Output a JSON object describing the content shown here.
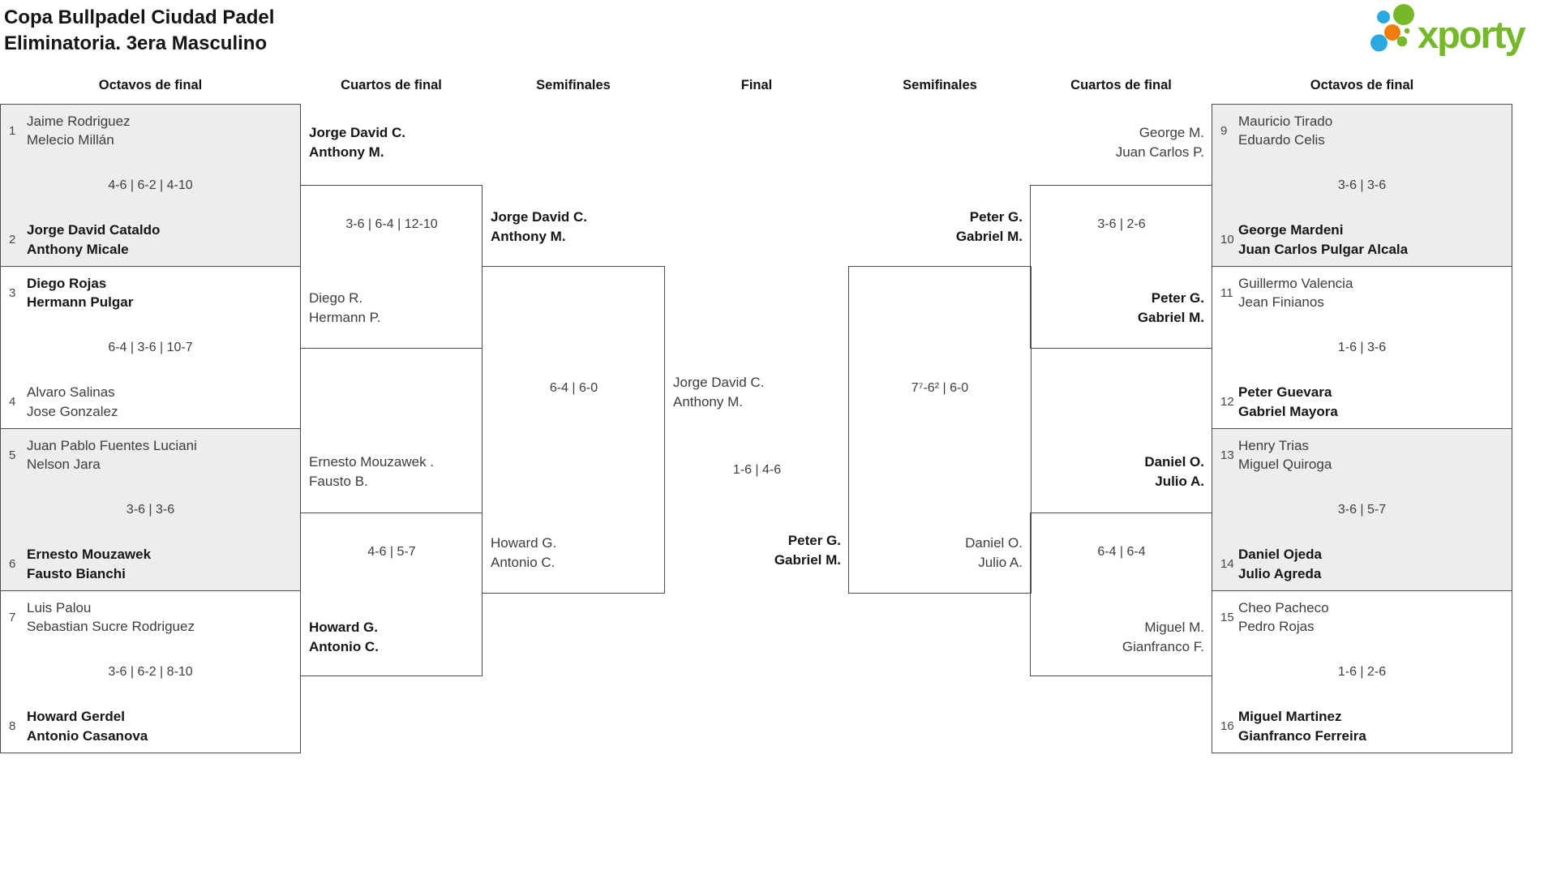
{
  "header": {
    "title_line1": "Copa Bullpadel Ciudad Padel",
    "title_line2": "Eliminatoria. 3era Masculino",
    "logo_text": "xporty",
    "logo_colors": {
      "green": "#76b82a",
      "blue": "#29a9e0",
      "orange": "#ee7d0e"
    }
  },
  "rounds": {
    "r16_left": "Octavos de final",
    "qf_left": "Cuartos de final",
    "sf_left": "Semifinales",
    "final": "Final",
    "sf_right": "Semifinales",
    "qf_right": "Cuartos de final",
    "r16_right": "Octavos de final"
  },
  "octavos_left": [
    {
      "seed_top": "1",
      "top1": "Jaime Rodriguez",
      "top2": "Melecio Millán",
      "score": "4-6 | 6-2 | 4-10",
      "seed_bottom": "2",
      "bottom1": "Jorge David Cataldo",
      "bottom2": "Anthony Micale"
    },
    {
      "seed_top": "3",
      "top1": "Diego Rojas",
      "top2": "Hermann Pulgar",
      "score": "6-4 | 3-6 | 10-7",
      "seed_bottom": "4",
      "bottom1": "Alvaro Salinas",
      "bottom2": "Jose Gonzalez"
    },
    {
      "seed_top": "5",
      "top1": "Juan Pablo Fuentes Luciani",
      "top2": "Nelson Jara",
      "score": "3-6 | 3-6",
      "seed_bottom": "6",
      "bottom1": "Ernesto Mouzawek",
      "bottom2": "Fausto Bianchi"
    },
    {
      "seed_top": "7",
      "top1": "Luis Palou",
      "top2": "Sebastian Sucre Rodriguez",
      "score": "3-6 | 6-2 | 8-10",
      "seed_bottom": "8",
      "bottom1": "Howard Gerdel",
      "bottom2": "Antonio Casanova"
    }
  ],
  "octavos_right": [
    {
      "seed_top": "9",
      "top1": "Mauricio Tirado",
      "top2": "Eduardo Celis",
      "score": "3-6 | 3-6",
      "seed_bottom": "10",
      "bottom1": "George Mardeni",
      "bottom2": "Juan Carlos Pulgar Alcala"
    },
    {
      "seed_top": "11",
      "top1": "Guillermo Valencia",
      "top2": "Jean Finianos",
      "score": "1-6 | 3-6",
      "seed_bottom": "12",
      "bottom1": "Peter Guevara",
      "bottom2": "Gabriel Mayora"
    },
    {
      "seed_top": "13",
      "top1": "Henry Trias",
      "top2": "Miguel Quiroga",
      "score": "3-6 | 5-7",
      "seed_bottom": "14",
      "bottom1": "Daniel Ojeda",
      "bottom2": "Julio Agreda"
    },
    {
      "seed_top": "15",
      "top1": "Cheo Pacheco",
      "top2": "Pedro Rojas",
      "score": "1-6 | 2-6",
      "seed_bottom": "16",
      "bottom1": "Miguel Martinez",
      "bottom2": "Gianfranco Ferreira"
    }
  ],
  "cuartos_left": [
    {
      "top1": "Jorge David C.",
      "top2": "Anthony M.",
      "score": "3-6 | 6-4 | 12-10",
      "bottom1": "Diego R.",
      "bottom2": "Hermann P."
    },
    {
      "top1": "Ernesto Mouzawek .",
      "top2": "Fausto B.",
      "score": "4-6 | 5-7",
      "bottom1": "Howard G.",
      "bottom2": "Antonio C."
    }
  ],
  "semis_left": {
    "top1": "Jorge David C.",
    "top2": "Anthony M.",
    "score": "6-4 | 6-0",
    "bottom1": "Howard G.",
    "bottom2": "Antonio C."
  },
  "final": {
    "left1": "Jorge David C.",
    "left2": "Anthony M.",
    "score": "1-6 | 4-6",
    "right1": "Peter G.",
    "right2": "Gabriel M."
  },
  "semis_right": {
    "top1": "Peter G.",
    "top2": "Gabriel M.",
    "score": "7⁷-6² | 6-0",
    "bottom1": "Daniel O.",
    "bottom2": "Julio A."
  },
  "cuartos_right": [
    {
      "top1": "George M.",
      "top2": "Juan Carlos P.",
      "score": "3-6 | 2-6",
      "bottom1": "Peter G.",
      "bottom2": "Gabriel M."
    },
    {
      "top1": "Daniel O.",
      "top2": "Julio A.",
      "score": "6-4 | 6-4",
      "bottom1": "Miguel M.",
      "bottom2": "Gianfranco F."
    }
  ]
}
